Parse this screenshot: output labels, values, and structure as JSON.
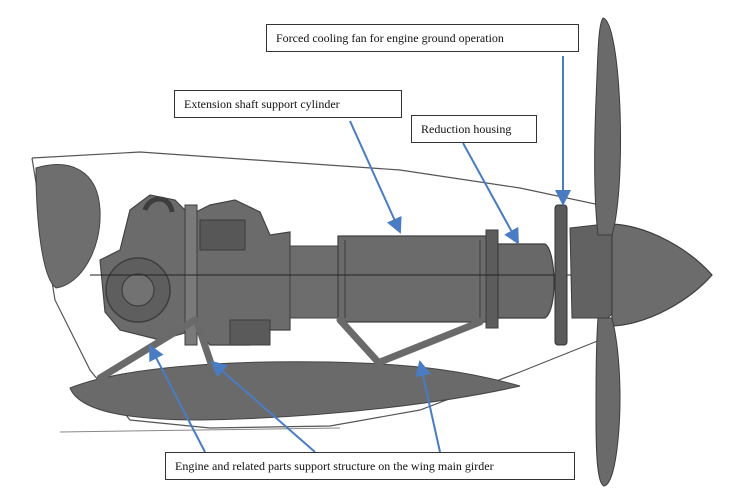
{
  "labels": {
    "cooling_fan": "Forced cooling fan for engine ground operation",
    "extension_shaft": "Extension shaft support cylinder",
    "reduction_housing": "Reduction housing",
    "support_structure": "Engine and related parts support structure on the wing main girder"
  },
  "colors": {
    "engine": "#6b6b6b",
    "engine_dark": "#4f4f4f",
    "arrow": "#4a7cc4",
    "outline": "#333333"
  }
}
